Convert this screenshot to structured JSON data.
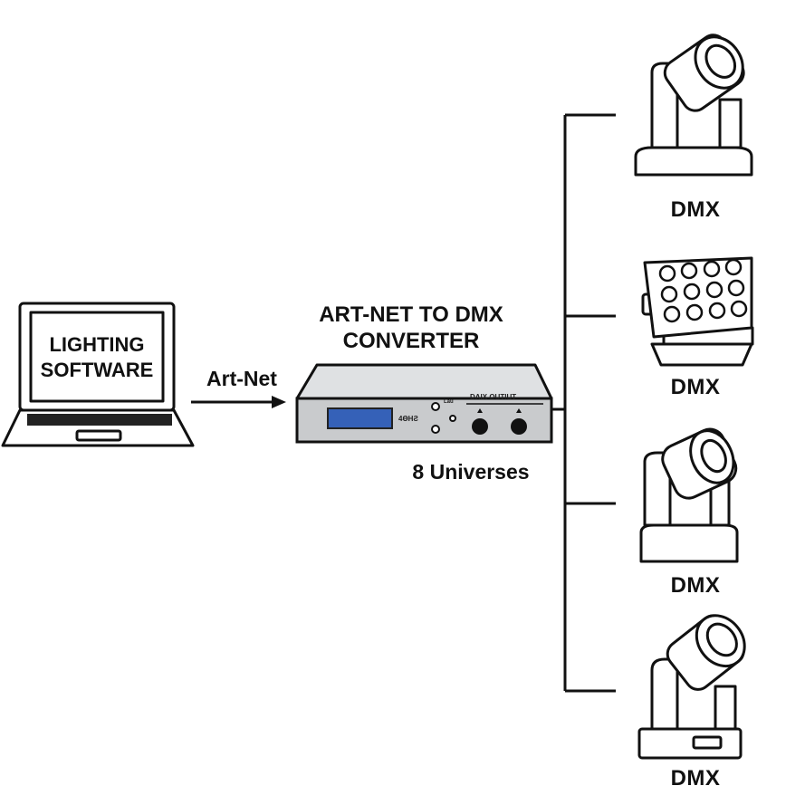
{
  "laptop": {
    "screen_line1": "LIGHTING",
    "screen_line2": "SOFTWARE"
  },
  "link": {
    "label": "Art-Net"
  },
  "converter": {
    "title_line1": "ART-NET TO DMX",
    "title_line2": "CONVERTER",
    "panel_output_label": "DAIX OUTIUT",
    "panel_small_label": "4ӨHƧ",
    "panel_tiny_label": "Lau",
    "universes_label": "8 Universes"
  },
  "fixtures": [
    {
      "icon": "moving-head-icon",
      "label": "DMX"
    },
    {
      "icon": "led-panel-icon",
      "label": "DMX"
    },
    {
      "icon": "moving-head-icon",
      "label": "DMX"
    },
    {
      "icon": "moving-head-icon",
      "label": "DMX"
    }
  ],
  "colors": {
    "stroke": "#111111",
    "device_body": "#c9cbcd",
    "lcd": "#3561b8",
    "screen_bg": "#ffffff"
  }
}
